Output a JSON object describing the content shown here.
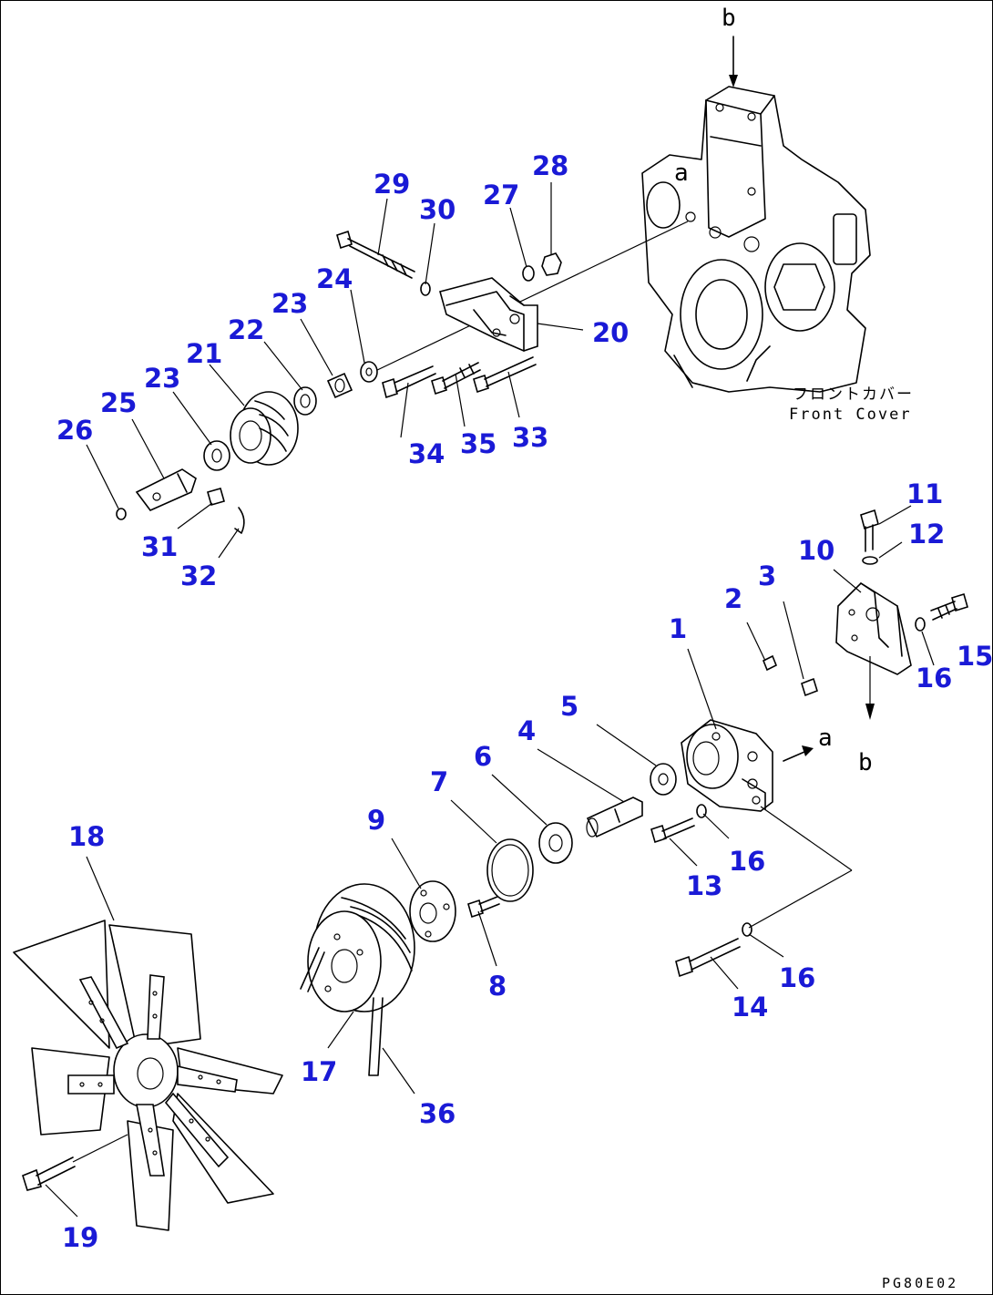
{
  "diagram": {
    "drawing_code": "PG80E02",
    "front_cover_label_jp": "フロントカバー",
    "front_cover_label_en": "Front Cover",
    "reference_marks": {
      "a": "a",
      "b": "b"
    },
    "callouts": {
      "p1": "1",
      "p2": "2",
      "p3": "3",
      "p4": "4",
      "p5": "5",
      "p6": "6",
      "p7": "7",
      "p8": "8",
      "p9": "9",
      "p10": "10",
      "p11": "11",
      "p12": "12",
      "p13": "13",
      "p14": "14",
      "p15": "15",
      "p16": "16",
      "p17": "17",
      "p18": "18",
      "p19": "19",
      "p20": "20",
      "p21": "21",
      "p22": "22",
      "p23": "23",
      "p24": "24",
      "p25": "25",
      "p26": "26",
      "p27": "27",
      "p28": "28",
      "p29": "29",
      "p30": "30",
      "p31": "31",
      "p32": "32",
      "p33": "33",
      "p34": "34",
      "p35": "35",
      "p36": "36"
    }
  }
}
